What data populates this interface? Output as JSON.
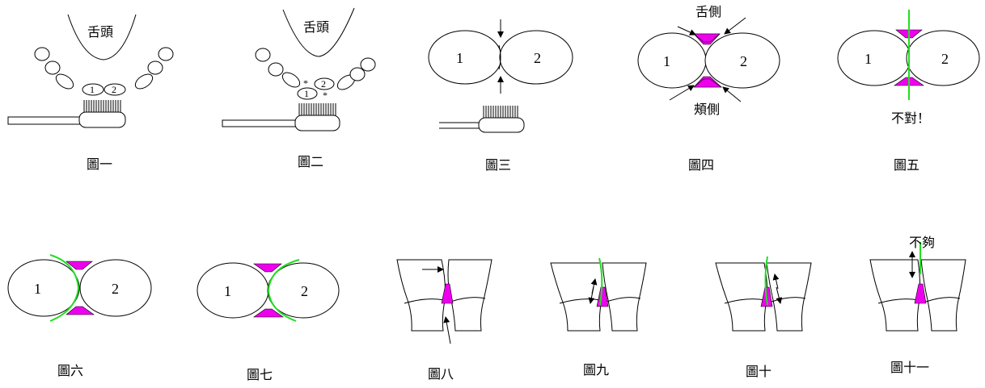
{
  "figures": [
    {
      "caption": "圖一",
      "tongue_label": "舌頭",
      "teeth_numbers": [
        "1",
        "2"
      ]
    },
    {
      "caption": "圖二",
      "tongue_label": "舌頭",
      "teeth_numbers": [
        "1",
        "2"
      ],
      "marks": [
        "*",
        "*"
      ]
    },
    {
      "caption": "圖三",
      "teeth_numbers": [
        "1",
        "2"
      ]
    },
    {
      "caption": "圖四",
      "teeth_numbers": [
        "1",
        "2"
      ],
      "top_label": "舌側",
      "bottom_label": "頰側"
    },
    {
      "caption": "圖五",
      "teeth_numbers": [
        "1",
        "2"
      ],
      "note": "不對！"
    },
    {
      "caption": "圖六",
      "teeth_numbers": [
        "1",
        "2"
      ]
    },
    {
      "caption": "圖七",
      "teeth_numbers": [
        "1",
        "2"
      ]
    },
    {
      "caption": "圖八"
    },
    {
      "caption": "圖九"
    },
    {
      "caption": "圖十"
    },
    {
      "caption": "圖十一",
      "note": "不夠"
    }
  ],
  "colors": {
    "gap": "#ee00ee",
    "floss": "#22dd22",
    "line": "#000000"
  }
}
